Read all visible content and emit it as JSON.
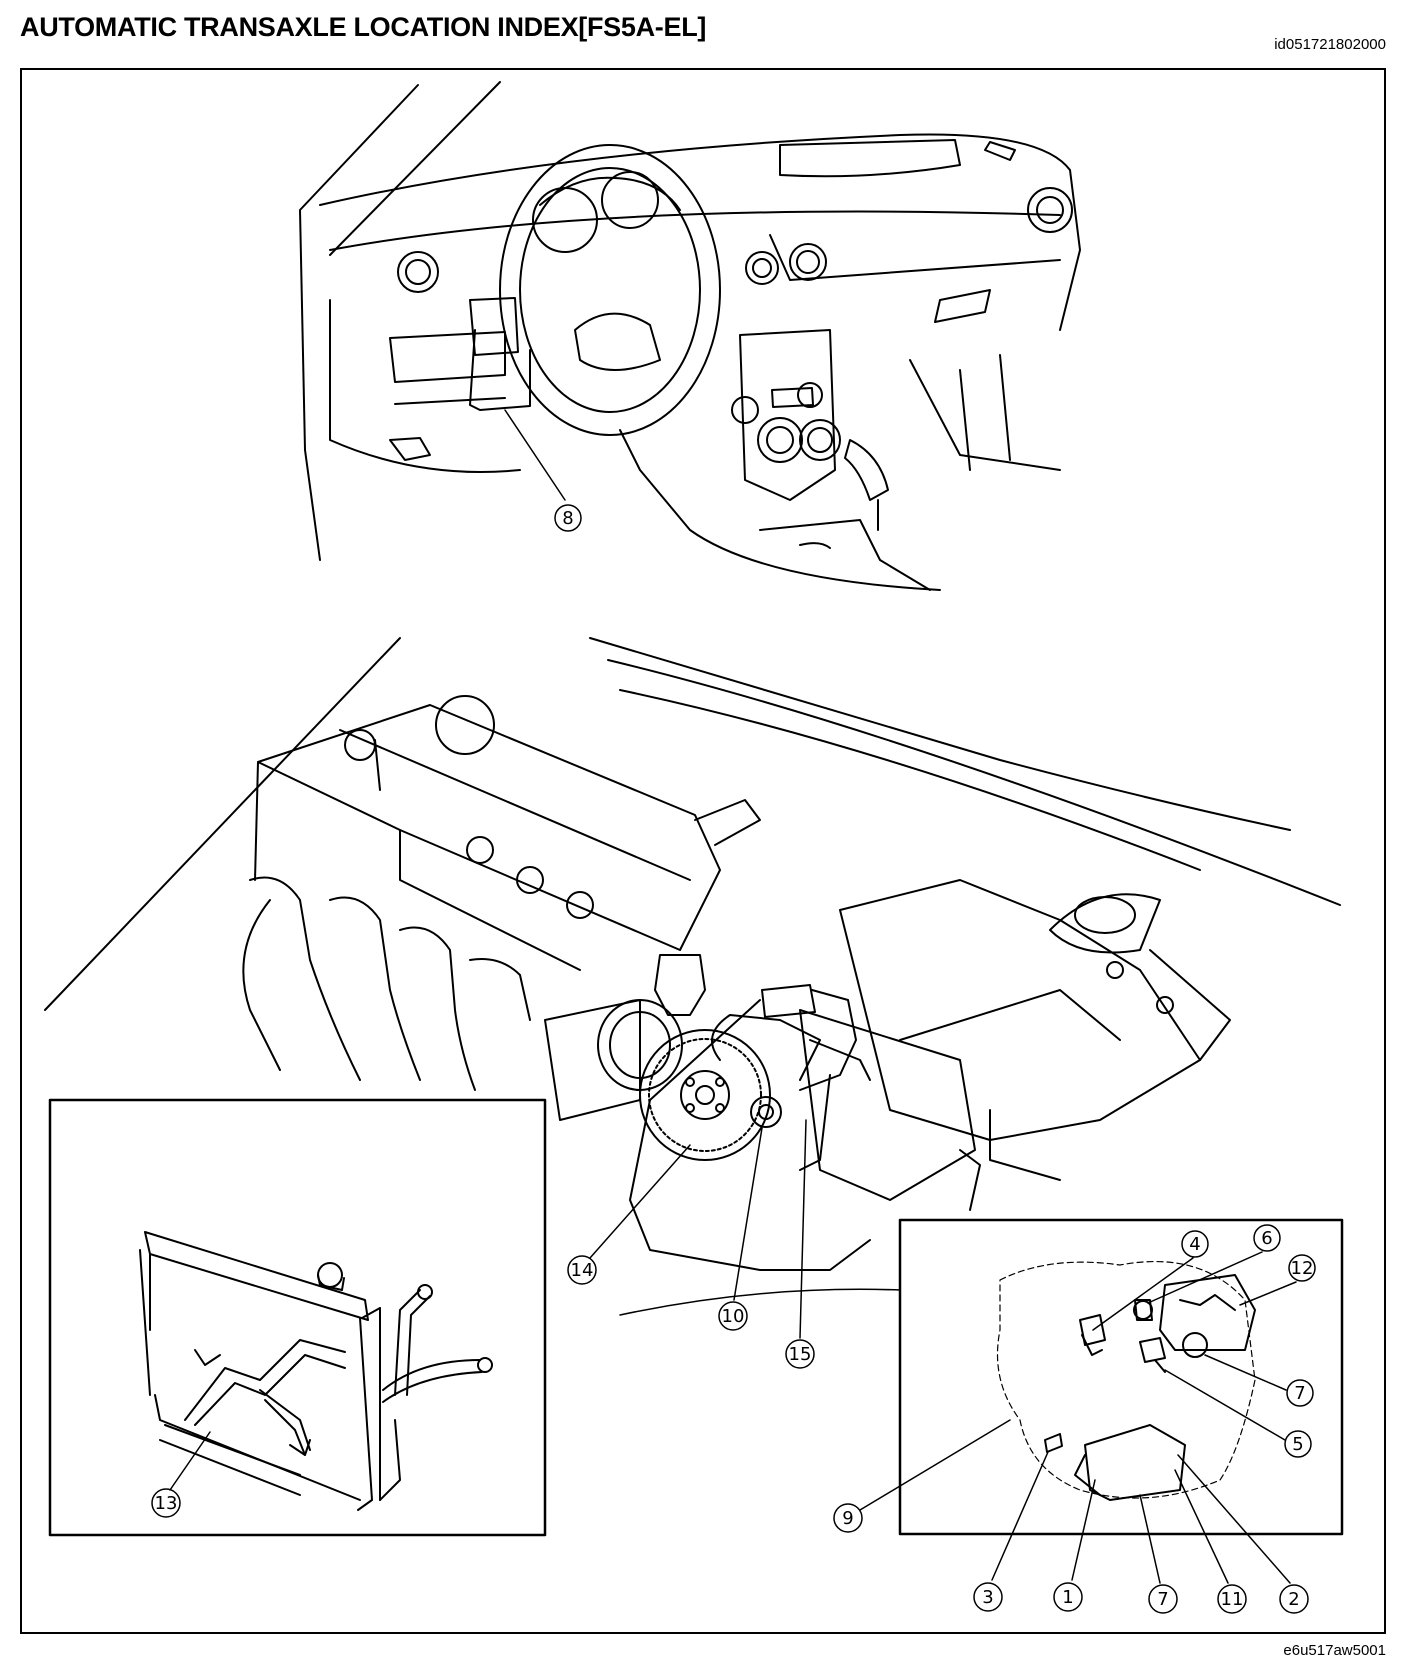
{
  "header": {
    "title": "AUTOMATIC TRANSAXLE LOCATION INDEX[FS5A-EL]",
    "doc_id": "id051721802000"
  },
  "figure": {
    "figure_id": "e6u517aw5001",
    "callouts": {
      "c1": "1",
      "c2": "2",
      "c3": "3",
      "c4": "4",
      "c5": "5",
      "c6": "6",
      "c7a": "7",
      "c7b": "7",
      "c8": "8",
      "c9": "9",
      "c10": "10",
      "c11": "11",
      "c12": "12",
      "c13": "13",
      "c14": "14",
      "c15": "15"
    }
  }
}
